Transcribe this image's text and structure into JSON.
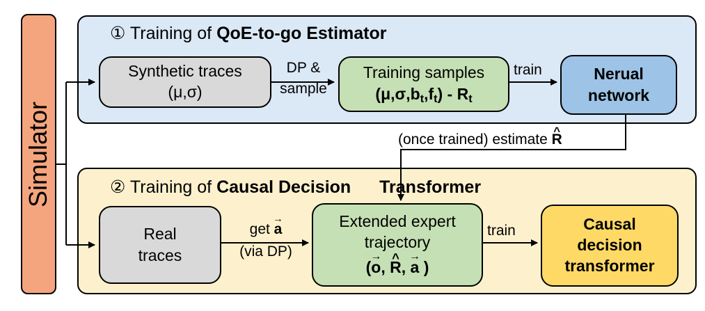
{
  "simulator": {
    "label": "Simulator",
    "color": "#f4a57d"
  },
  "panel1": {
    "number": "①",
    "title_prefix": "Training of ",
    "title_bold": "QoE-to-go Estimator",
    "color": "#dbe8f6"
  },
  "panel2": {
    "number": "②",
    "title_prefix": "Training of ",
    "title_bold": "Causal Decision",
    "title_bold2": "Transformer",
    "color": "#fdf1cd"
  },
  "nodes": {
    "synthetic": {
      "line1": "Synthetic traces",
      "line2": "(μ,σ)",
      "color": "#d9d9d9"
    },
    "samples": {
      "line1": "Training samples",
      "line2_main": "(μ,σ,b",
      "sub_t1": "t",
      "line2_mid": ",f",
      "sub_t2": "t",
      "line2_end": ") - R",
      "sub_t3": "t",
      "color": "#c5e0b4"
    },
    "network": {
      "line1": "Nerual",
      "line2": "network",
      "color": "#9dc3e6"
    },
    "real": {
      "line1": "Real",
      "line2": "traces",
      "color": "#d9d9d9"
    },
    "expert": {
      "line1": "Extended expert",
      "line2": "trajectory",
      "l3_open": "(",
      "o": "o",
      "sep1": ", ",
      "R": "R",
      "sep2": ", ",
      "a": "a",
      "l3_close": " )",
      "color": "#c5e0b4"
    },
    "cdt": {
      "line1": "Causal",
      "line2": "decision",
      "line3": "transformer",
      "color": "#ffd966"
    }
  },
  "edges": {
    "dp_sample_1": "DP &",
    "dp_sample_2": "sample",
    "train1": "train",
    "estimate_prefix": "(once trained) estimate ",
    "estimate_R": "R",
    "get_a_prefix": "get ",
    "get_a_sym": "a",
    "via_dp": "(via DP)",
    "train2": "train"
  }
}
